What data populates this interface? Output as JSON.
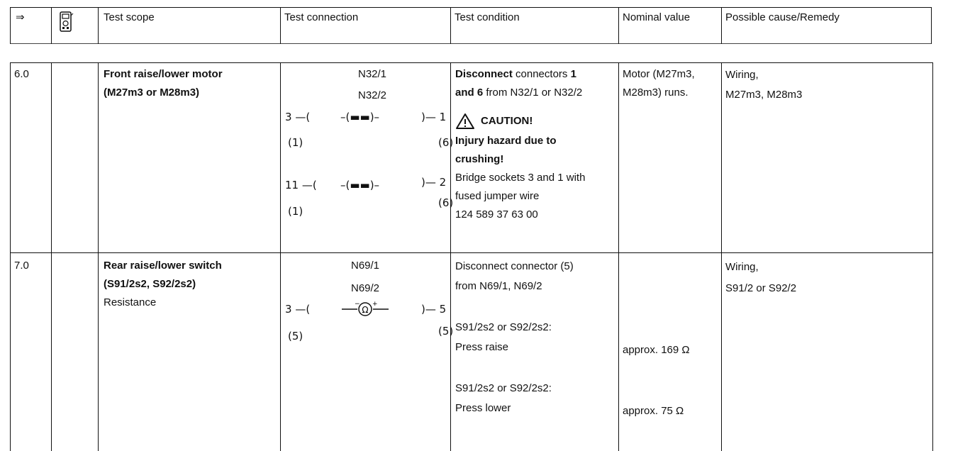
{
  "header": {
    "arrow": "⇒",
    "test_scope": "Test scope",
    "test_connection": "Test connection",
    "test_condition": "Test condition",
    "nominal_value": "Nominal value",
    "possible_cause": "Possible cause/Remedy"
  },
  "rows": [
    {
      "step": "6.0",
      "scope_title_1": "Front raise/lower motor",
      "scope_title_2": "(M27m3 or M28m3)",
      "conn_top": "N32/1",
      "conn_bottom": "N32/2",
      "pin_a": "3",
      "pin_a_conn": "(1)",
      "pin_b": "1",
      "pin_b_conn": "(6)",
      "pin_c": "11",
      "pin_c_conn": "(1)",
      "pin_d": "2",
      "pin_d_conn": "(6)",
      "cond_bold_1": "Disconnect",
      "cond_text_1": " connectors ",
      "cond_bold_2": "1",
      "cond_bold_3": "and 6",
      "cond_text_2": " from N32/1 or N32/2",
      "caution_label": "CAUTION!",
      "caution_line_1": "Injury hazard due to",
      "caution_line_2": "crushing!",
      "bridge_line_1": "Bridge sockets 3 and 1 with",
      "bridge_line_2": "fused jumper wire",
      "bridge_line_3": "124 589 37 63 00",
      "nominal_1": "Motor (M27m3,",
      "nominal_2": "M28m3) runs.",
      "cause_1": "Wiring,",
      "cause_2": "M27m3, M28m3"
    },
    {
      "step": "7.0",
      "scope_title_1": "Rear raise/lower switch",
      "scope_title_2": "(S91/2s2, S92/2s2)",
      "scope_sub": "Resistance",
      "conn_top": "N69/1",
      "conn_bottom": "N69/2",
      "pin_a": "3",
      "pin_a_conn": "(5)",
      "pin_b": "5",
      "pin_b_conn": "(5)",
      "cond_1": "Disconnect connector (5)",
      "cond_2": "from N69/1, N69/2",
      "cond_3": "S91/2s2 or S92/2s2:",
      "cond_4": "Press raise",
      "cond_5": "S91/2s2 or S92/2s2:",
      "cond_6": "Press lower",
      "nominal_raise": "approx. 169 Ω",
      "nominal_lower": "approx. 75 Ω",
      "cause_1": "Wiring,",
      "cause_2": "S91/2 or S92/2"
    }
  ]
}
